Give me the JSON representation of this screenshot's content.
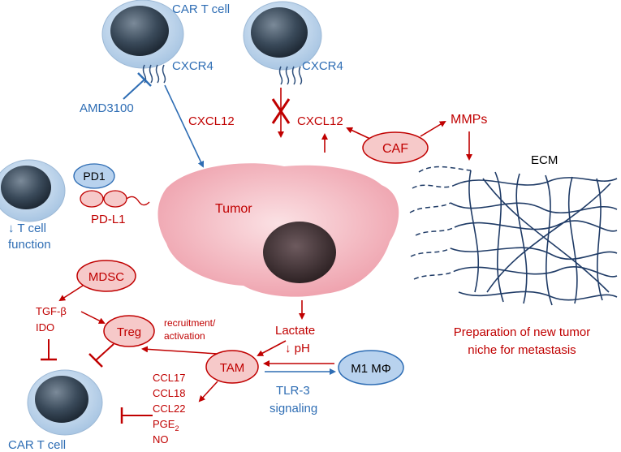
{
  "colors": {
    "red": "#c00000",
    "blue": "#2e6db4",
    "cell_fill": "#c9dced",
    "nucleus": "#3a4a5a",
    "tumor": "#f1b8c0",
    "oval_red_fill": "#f6c9c9",
    "oval_blue_fill": "#b8d2ee",
    "ecm": "#1f3b66"
  },
  "labels": {
    "car_t_top": "CAR T cell",
    "cxcr4_left": "CXCR4",
    "cxcr4_right": "CXCR4",
    "amd3100": "AMD3100",
    "cxcl12_left": "CXCL12",
    "cxcl12_right": "CXCL12",
    "mmps": "MMPs",
    "caf": "CAF",
    "ecm": "ECM",
    "pd1": "PD1",
    "pdl1": "PD-L1",
    "tumor": "Tumor",
    "t_cell_line1": "↓ T cell",
    "t_cell_line2": "function",
    "mdsc": "MDSC",
    "tgfb": "TGF-β",
    "ido": "IDO",
    "treg": "Treg",
    "recruit1": "recruitment/",
    "recruit2": "activation",
    "lactate": "Lactate",
    "ph": "↓ pH",
    "tam": "TAM",
    "m1": "M1 MΦ",
    "tlr1": "TLR-3",
    "tlr2": "signaling",
    "ccl17": "CCL17",
    "ccl18": "CCL18",
    "ccl22": "CCL22",
    "pge2_main": "PGE",
    "pge2_sub": "2",
    "no": "NO",
    "car_t_bottom": "CAR T cell",
    "niche1": "Preparation of new tumor",
    "niche2": "niche for metastasis"
  }
}
